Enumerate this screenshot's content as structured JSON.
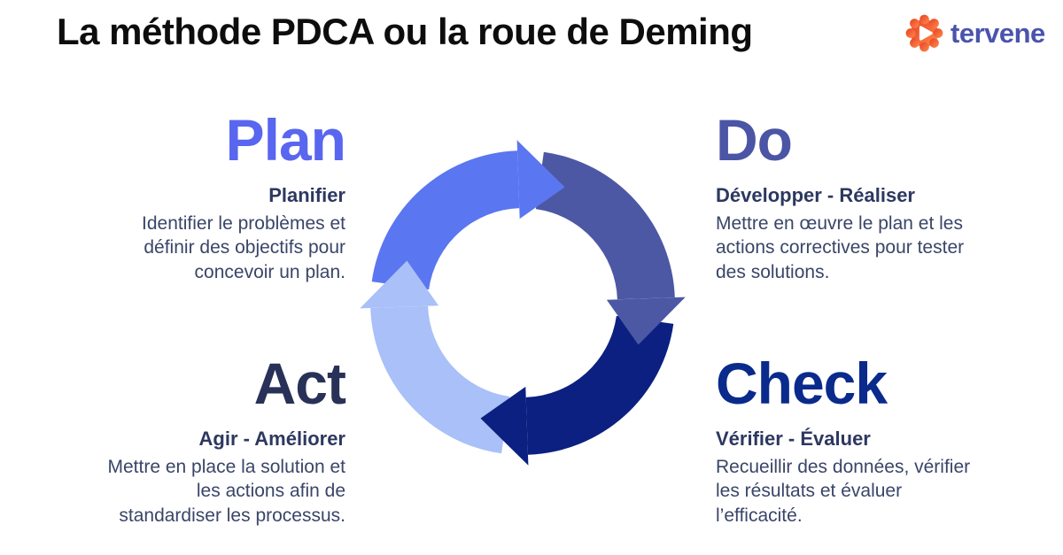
{
  "header": {
    "title": "La méthode PDCA ou la roue de Deming"
  },
  "logo": {
    "brand": "tervene",
    "icon": "gear-play-icon",
    "icon_gradient": [
      "#e8401f",
      "#ff8a50"
    ],
    "play_color": "#ffffff",
    "text_color": "#4a54ad"
  },
  "palette": {
    "title": "#0d0d0d",
    "subtitle": "#2d3860",
    "body": "#3a4568"
  },
  "quadrants": [
    {
      "id": "plan",
      "heading": "Plan",
      "heading_color": "#5866f0",
      "subtitle": "Planifier",
      "description": "Identifier le problèmes et définir des objectifs pour concevoir un plan."
    },
    {
      "id": "do",
      "heading": "Do",
      "heading_color": "#4a55a5",
      "subtitle": "Développer - Réaliser",
      "description": "Mettre en œuvre le plan et les actions correctives pour tester des solutions."
    },
    {
      "id": "act",
      "heading": "Act",
      "heading_color": "#283157",
      "subtitle": "Agir - Améliorer",
      "description": "Mettre en place la solution et les actions afin de standardiser les processus."
    },
    {
      "id": "check",
      "heading": "Check",
      "heading_color": "#0a2a8c",
      "subtitle": "Vérifier - Évaluer",
      "description": "Recueillir des données, vérifier les résultats et évaluer l’efficacité."
    }
  ],
  "cycle": {
    "direction": "clockwise",
    "segments": [
      {
        "name": "plan",
        "color": "#5b76f1"
      },
      {
        "name": "do",
        "color": "#4c58a4"
      },
      {
        "name": "check",
        "color": "#0b2080"
      },
      {
        "name": "act",
        "color": "#a9c0f8"
      }
    ]
  }
}
